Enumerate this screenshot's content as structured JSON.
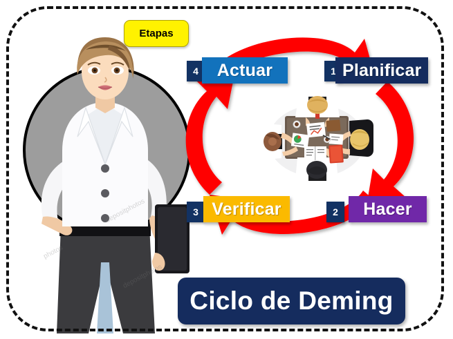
{
  "diagram": {
    "title": "Ciclo de Deming",
    "legend_label": "Etapas",
    "accent_colors": {
      "frame_border": "#111111",
      "arrow_red": "#FF0000",
      "badge_navy": "#123263",
      "title_navy": "#152C5E",
      "legend_yellow": "#FFF200",
      "disc_gray": "#9D9D9D"
    },
    "stages": [
      {
        "number": "4",
        "label": "Actuar",
        "color": "#1272BC",
        "icon": "stage-box"
      },
      {
        "number": "1",
        "label": "Planificar",
        "color": "#152C5E",
        "icon": "stage-box"
      },
      {
        "number": "2",
        "label": "Hacer",
        "color": "#7028A8",
        "icon": "stage-box"
      },
      {
        "number": "3",
        "label": "Verificar",
        "color": "#FBBA00",
        "icon": "stage-box"
      }
    ],
    "arrows": [
      {
        "name": "arrow-actuar-to-planificar",
        "direction": "right",
        "color": "#FF0000"
      },
      {
        "name": "arrow-planificar-to-hacer",
        "direction": "down",
        "color": "#FF0000"
      },
      {
        "name": "arrow-hacer-to-verificar",
        "direction": "left",
        "color": "#FF0000"
      },
      {
        "name": "arrow-verificar-to-actuar",
        "direction": "up",
        "color": "#FF0000"
      }
    ],
    "illustrations": {
      "businesswoman": "businesswoman-illustration",
      "meeting": "team-meeting-top-view-illustration"
    },
    "watermark": "depositphotos"
  }
}
